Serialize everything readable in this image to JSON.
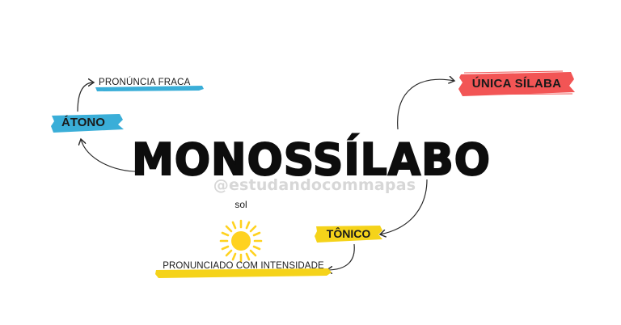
{
  "title": "MONOSSÍLABO",
  "watermark": "@estudandocommapas",
  "nodes": {
    "unica_silaba": "ÚNICA SÍLABA",
    "atono": "ÁTONO",
    "pronuncia_fraca": "PRONÚNCIA FRACA",
    "tonico": "TÔNICO",
    "pronunciado": "PRONUNCIADO COM INTENSIDADE",
    "sol": "sol"
  },
  "colors": {
    "red_brush": "#f25555",
    "blue_brush": "#3aaed8",
    "yellow_brush": "#f5d31a",
    "sun": "#ffd21f",
    "text": "#1a1a1a",
    "watermark": "#d7d7d7"
  },
  "icons": [
    "sun-icon"
  ]
}
